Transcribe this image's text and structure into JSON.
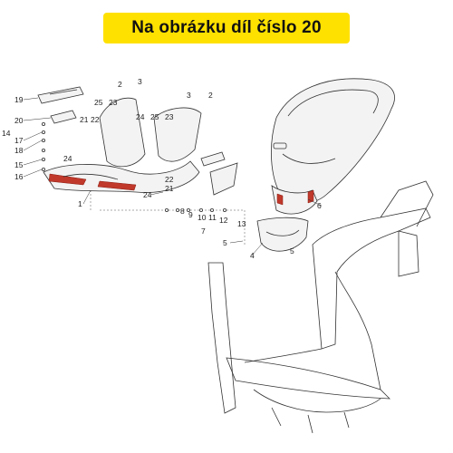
{
  "banner": {
    "text": "Na obrázku díl číslo 20",
    "color": "#ffe100"
  },
  "callouts": [
    "19",
    "20",
    "21",
    "22",
    "17",
    "18",
    "15",
    "16",
    "14",
    "24",
    "1",
    "2",
    "3",
    "25",
    "23",
    "24",
    "25",
    "23",
    "3",
    "2",
    "22",
    "21",
    "8",
    "9",
    "10",
    "11",
    "12",
    "13",
    "7",
    "5",
    "4",
    "5",
    "6",
    "24"
  ],
  "colors": {
    "highlight": "#c0392b",
    "line": "#333333"
  }
}
